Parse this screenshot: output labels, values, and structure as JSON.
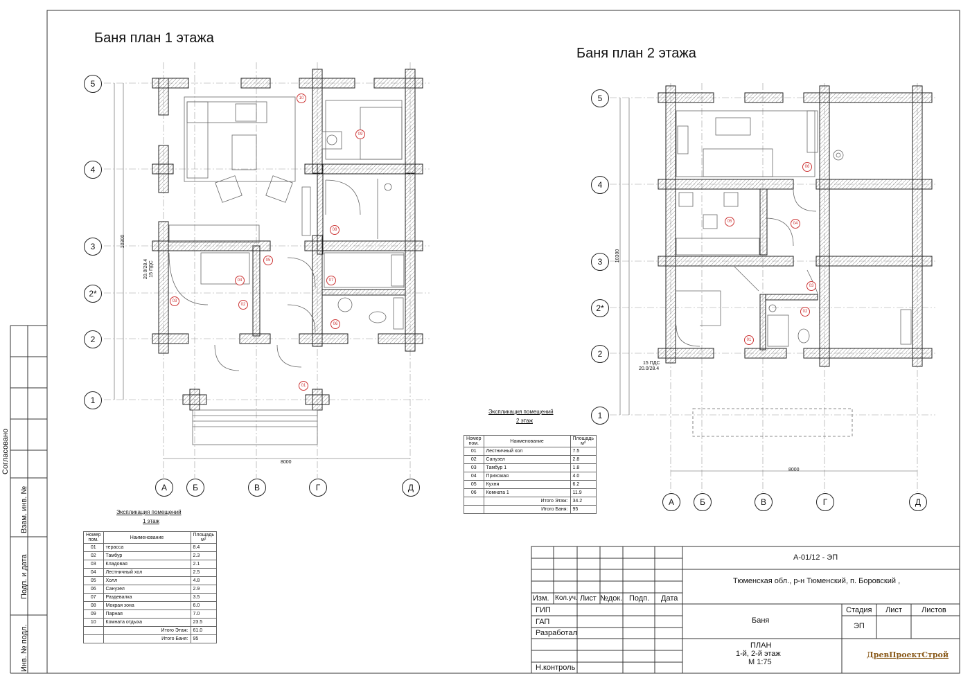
{
  "plan1": {
    "title": "Баня план 1 этажа",
    "axes_rows": [
      "5",
      "4",
      "3",
      "2*",
      "2",
      "1"
    ],
    "axes_cols": [
      "А",
      "Б",
      "В",
      "Г",
      "Д"
    ],
    "dim_total": "8000",
    "dim_side": "10300",
    "level_note_1": "20.0/28.4",
    "level_note_2": "15 ПДС",
    "rooms": [
      "01",
      "02",
      "03",
      "04",
      "05",
      "06",
      "07",
      "08",
      "09",
      "10"
    ]
  },
  "plan2": {
    "title": "Баня план 2 этажа",
    "axes_rows": [
      "5",
      "4",
      "3",
      "2*",
      "2",
      "1"
    ],
    "axes_cols": [
      "А",
      "Б",
      "В",
      "Г",
      "Д"
    ],
    "dim_total": "8000",
    "dim_side": "10300",
    "level_note_1": "15 ПДС",
    "level_note_2": "20.0/28.4",
    "rooms": [
      "01",
      "02",
      "03",
      "04",
      "05",
      "06"
    ]
  },
  "expl1": {
    "title": "Экспликация помещений",
    "subtitle": "1 этаж",
    "col_num": "Номер пом.",
    "col_name": "Наименование",
    "col_area": "Площадь м²",
    "rows": [
      [
        "01",
        "терасса",
        "8.4"
      ],
      [
        "02",
        "Тамбур",
        "2.3"
      ],
      [
        "03",
        "Кладовая",
        "2.1"
      ],
      [
        "04",
        "Лестничный хол",
        "2.5"
      ],
      [
        "05",
        "Холл",
        "4.8"
      ],
      [
        "06",
        "Санузел",
        "2.9"
      ],
      [
        "07",
        "Раздевалка",
        "3.5"
      ],
      [
        "08",
        "Мокрая зона",
        "6.0"
      ],
      [
        "09",
        "Парная",
        "7.0"
      ],
      [
        "10",
        "Комната отдыха",
        "23.5"
      ]
    ],
    "total_floor_label": "Итого Этаж:",
    "total_floor": "61.0",
    "total_label": "Итого Баня:",
    "total": "95"
  },
  "expl2": {
    "title": "Экспликация помещений",
    "subtitle": "2 этаж",
    "col_num": "Номер пом.",
    "col_name": "Наименование",
    "col_area": "Площадь м²",
    "rows": [
      [
        "01",
        "Лестничный хол",
        "7.5"
      ],
      [
        "02",
        "Санузел",
        "2.8"
      ],
      [
        "03",
        "Тамбур 1",
        "1.8"
      ],
      [
        "04",
        "Прихожая",
        "4.0"
      ],
      [
        "05",
        "Кухня",
        "6.2"
      ],
      [
        "06",
        "Комната 1",
        "11.9"
      ]
    ],
    "total_floor_label": "Итого Этаж:",
    "total_floor": "34.2",
    "total_label": "Итого Баня:",
    "total": "95"
  },
  "stamp": {
    "code": "А-01/12 - ЭП",
    "address": "Тюменская обл., р-н Тюменский, п. Боровский ,",
    "h_izm": "Изм.",
    "h_kol": "Кол.уч.",
    "h_list": "Лист",
    "h_ndok": "№док.",
    "h_podp": "Подп.",
    "h_data": "Дата",
    "gip": "ГИП",
    "gap": "ГАП",
    "razr": "Разработал",
    "nkontr": "Н.контроль",
    "object": "Баня",
    "stage_h": "Стадия",
    "list_h": "Лист",
    "listov_h": "Листов",
    "stage": "ЭП",
    "sheet_name_1": "ПЛАН",
    "sheet_name_2": "1-й, 2-й  этаж",
    "sheet_name_3": "М 1:75",
    "logo": "ДревПроектСтрой"
  },
  "side": {
    "inv_podl": "Инв. № подл.",
    "podp_data": "Подп. и дата",
    "vzam": "Взам. инв. №",
    "soglas": "Согласовано"
  }
}
